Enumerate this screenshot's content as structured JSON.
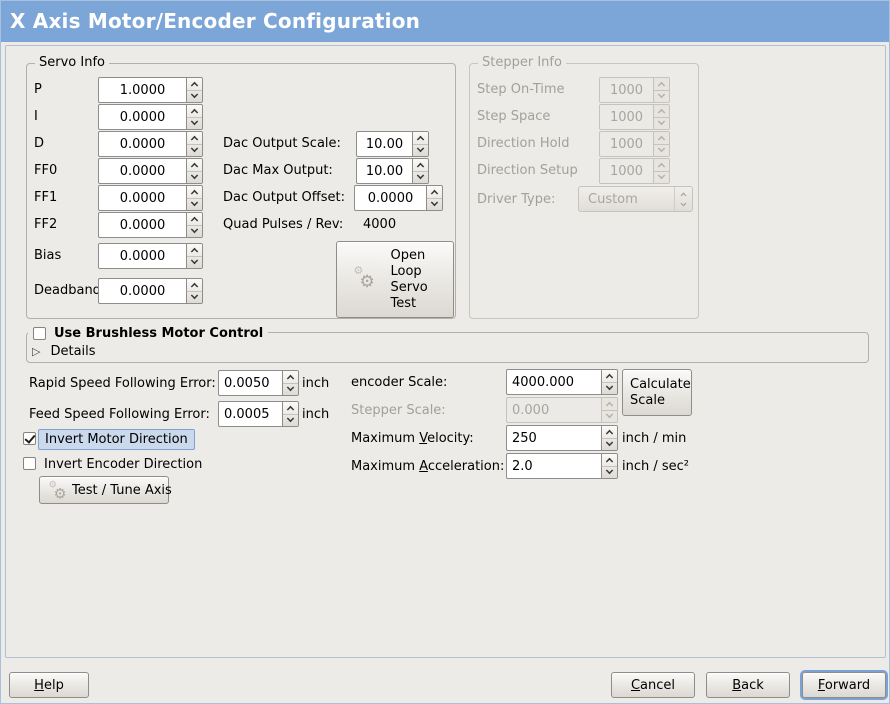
{
  "colors": {
    "titlebar": "#7ca6d8",
    "window_bg": "#edebe7",
    "focus_ring": "#7aa2d4",
    "label_highlight": "#cbd9ec"
  },
  "titlebar": {
    "title": "X Axis Motor/Encoder Configuration"
  },
  "icons": {
    "expander": "▷",
    "gear_large": "⚙",
    "gear_small": "⚙"
  },
  "servo": {
    "legend": "Servo Info",
    "fields": [
      {
        "label": "P",
        "value": "1.0000"
      },
      {
        "label": "I",
        "value": "0.0000"
      },
      {
        "label": "D",
        "value": "0.0000"
      },
      {
        "label": "FF0",
        "value": "0.0000"
      },
      {
        "label": "FF1",
        "value": "0.0000"
      },
      {
        "label": "FF2",
        "value": "0.0000"
      },
      {
        "label": "Bias",
        "value": "0.0000"
      },
      {
        "label": "Deadband",
        "value": "0.0000"
      }
    ],
    "dac_fields": [
      {
        "label": "Dac Output Scale:",
        "value": "10.00"
      },
      {
        "label": "Dac Max Output:",
        "value": "10.00"
      },
      {
        "label": "Dac Output Offset:",
        "value": "0.0000"
      }
    ],
    "quad_label": "Quad Pulses / Rev:",
    "quad_value": "4000",
    "open_loop_button": "Open Loop Servo Test"
  },
  "stepper": {
    "legend": "Stepper Info",
    "fields": [
      {
        "label": "Step On-Time",
        "value": "1000"
      },
      {
        "label": "Step Space",
        "value": "1000"
      },
      {
        "label": "Direction Hold",
        "value": "1000"
      },
      {
        "label": "Direction Setup",
        "value": "1000"
      }
    ],
    "driver_label": "Driver Type:",
    "driver_value": "Custom"
  },
  "brushless": {
    "label": "Use Brushless Motor Control",
    "details_label": "Details"
  },
  "following_errors": [
    {
      "label": "Rapid Speed Following Error:",
      "value": "0.0050",
      "unit": "inch"
    },
    {
      "label": "Feed Speed Following Error:",
      "value": "0.0005",
      "unit": "inch"
    }
  ],
  "scaling": {
    "encoder_label": "encoder Scale:",
    "encoder_value": "4000.000",
    "stepper_label": "Stepper Scale:",
    "stepper_value": "0.000",
    "calculate_button": "Calculate Scale",
    "velocity_label_pre": "Maximum ",
    "velocity_label_mn": "V",
    "velocity_label_rest": "elocity:",
    "velocity_value": "250",
    "velocity_unit": "inch / min",
    "accel_label_pre": "Maximum ",
    "accel_label_mn": "A",
    "accel_label_rest": "cceleration:",
    "accel_value": "2.0",
    "accel_unit": "inch / sec²"
  },
  "direction": {
    "invert_motor_label": "Invert Motor Direction",
    "invert_encoder_label": "Invert Encoder Direction"
  },
  "test_tune_button": "Test / Tune Axis",
  "actions": {
    "help_mn": "H",
    "help_rest": "elp",
    "cancel_mn": "C",
    "cancel_rest": "ancel",
    "back_mn": "B",
    "back_rest": "ack",
    "forward_mn": "F",
    "forward_rest": "orward"
  }
}
